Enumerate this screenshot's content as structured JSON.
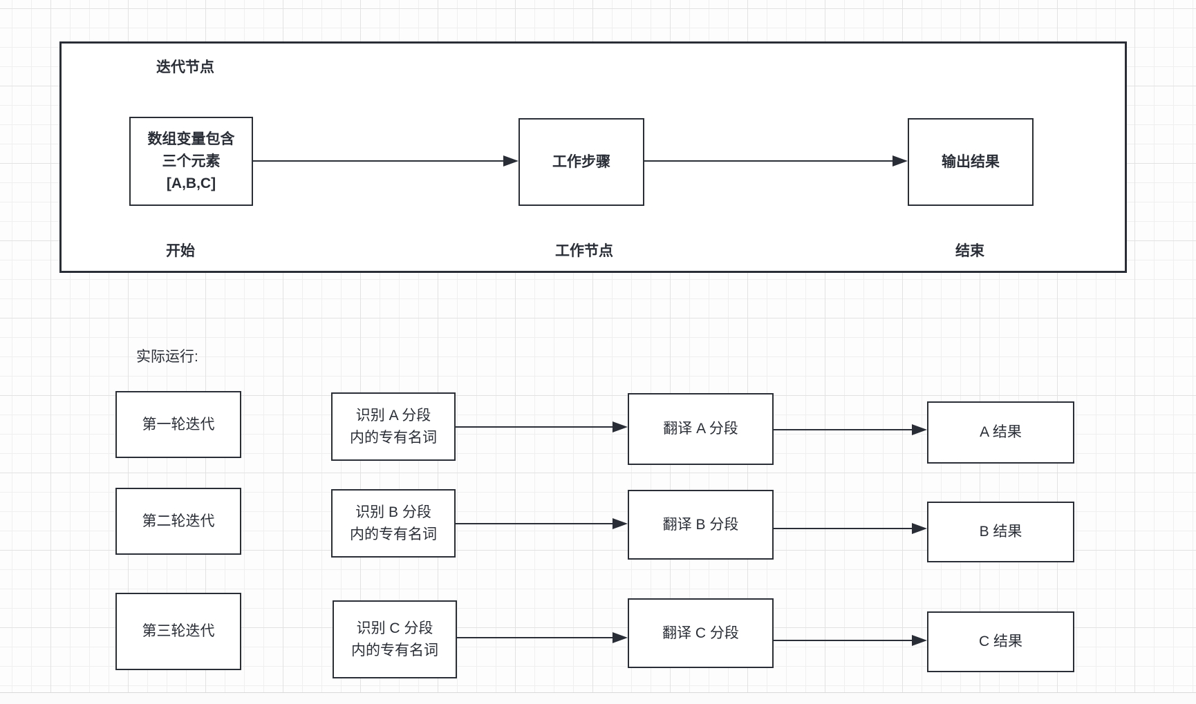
{
  "diagram": {
    "container_title": "迭代节点",
    "runtime_label": "实际运行:",
    "top_flow": {
      "start_node": {
        "line1": "数组变量包含",
        "line2": "三个元素",
        "line3": "[A,B,C]",
        "caption": "开始"
      },
      "work_node": {
        "label": "工作步骤",
        "caption": "工作节点"
      },
      "output_node": {
        "label": "输出结果",
        "caption": "结束"
      }
    },
    "rows": [
      {
        "iteration": "第一轮迭代",
        "identify_line1": "识别 A 分段",
        "identify_line2": "内的专有名词",
        "translate": "翻译 A 分段",
        "result": "A 结果"
      },
      {
        "iteration": "第二轮迭代",
        "identify_line1": "识别 B 分段",
        "identify_line2": "内的专有名词",
        "translate": "翻译 B 分段",
        "result": "B 结果"
      },
      {
        "iteration": "第三轮迭代",
        "identify_line1": "识别 C 分段",
        "identify_line2": "内的专有名词",
        "translate": "翻译 C 分段",
        "result": "C 结果"
      }
    ],
    "colors": {
      "stroke": "#282d36",
      "node_fill": "#ffffff",
      "background": "#fdfdfd",
      "grid_minor": "#efefef",
      "grid_major": "#e2e2e2"
    }
  }
}
